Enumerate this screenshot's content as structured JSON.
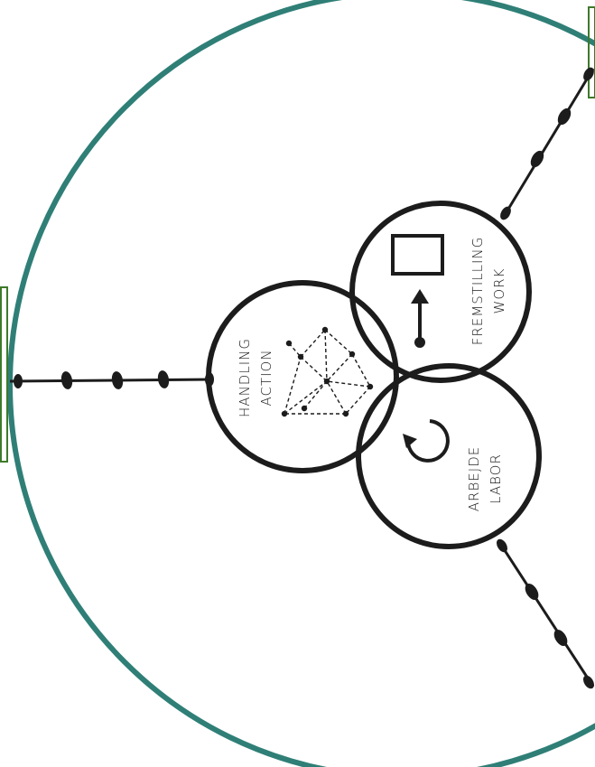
{
  "diagram": {
    "colors": {
      "outer_ring": "#2f7f77",
      "side_frames": "#3d7a2a",
      "ink": "#1c1c1c"
    },
    "circles": [
      {
        "id": "handling",
        "line1": "HANDLING",
        "line2": "ACTION",
        "icon": "network-icon"
      },
      {
        "id": "fremstilling",
        "line1": "FREMSTILLING",
        "line2": "WORK",
        "icon": "square-arrow-icon"
      },
      {
        "id": "arbejde",
        "line1": "ARBEJDE",
        "line2": "LABOR",
        "icon": "cycle-arrow-icon"
      }
    ]
  }
}
